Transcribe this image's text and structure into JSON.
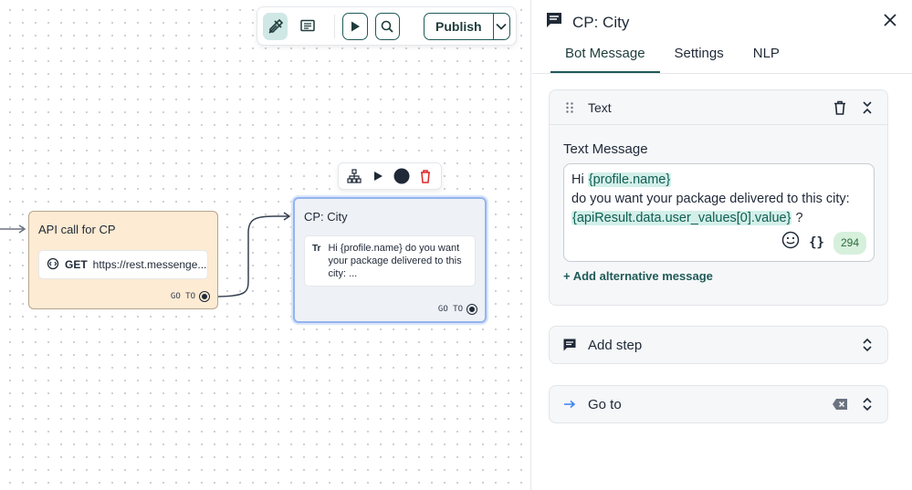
{
  "toolbar": {
    "tools_icon": "tools-icon",
    "comment_icon": "comment-icon",
    "play_icon": "play-icon",
    "search_icon": "search-icon",
    "publish_label": "Publish",
    "dropdown_icon": "chevron-down-icon"
  },
  "nodes": {
    "api": {
      "title": "API call for CP",
      "method": "GET",
      "url": "https://rest.messenge...",
      "goto_label": "GO TO"
    },
    "city": {
      "title": "CP: City",
      "text_type": "Tr",
      "message": "Hi {profile.name} do you want your package delivered to this city: ...",
      "goto_label": "GO TO"
    }
  },
  "panel": {
    "title": "CP: City",
    "tabs": [
      "Bot Message",
      "Settings",
      "NLP"
    ],
    "active_tab": "Bot Message",
    "text_card": {
      "header": "Text",
      "field_label": "Text Message",
      "message_parts": {
        "p1": "Hi ",
        "v1": "{profile.name}",
        "p2": "do you want your package delivered to this city: ",
        "v2": "{apiResult.data.user_values[0].value}",
        "p3": " ?"
      },
      "char_count": "294",
      "add_alternative": "+ Add alternative message"
    },
    "add_step_label": "Add step",
    "goto_label": "Go to"
  },
  "colors": {
    "accent": "#1f5a57",
    "api_node_bg": "#fdebd3",
    "city_node_border": "#93b4f0",
    "variable_bg": "#d3efe9",
    "delete_red": "#dc2626"
  }
}
